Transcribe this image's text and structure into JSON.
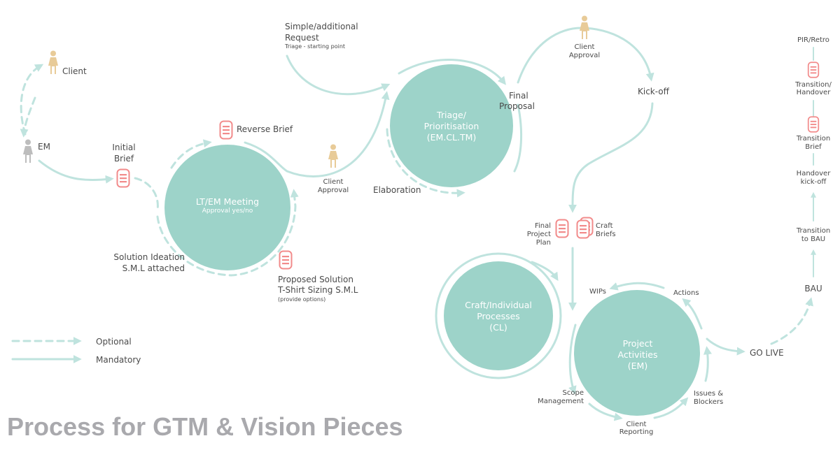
{
  "title": "Process for GTM & Vision Pieces",
  "colors": {
    "circle": "#9dd3c9",
    "line": "#bfe3de",
    "document": "#f28b8b",
    "client": "#e8cb98",
    "em": "#bdbdbd",
    "title": "#a9a9ad"
  },
  "actors": {
    "client": "Client",
    "em": "EM"
  },
  "labels": {
    "initial_brief": [
      "Initial",
      "Brief"
    ],
    "reverse_brief": "Reverse Brief",
    "solution_ideation": [
      "Solution Ideation",
      "S.M.L attached"
    ],
    "proposed_solution": [
      "Proposed Solution",
      "T-Shirt Sizing S.M.L",
      "(provide options)"
    ],
    "client_approval_1": [
      "Client",
      "Approval"
    ],
    "simple_request": [
      "Simple/additional",
      "Request",
      "Triage - starting point"
    ],
    "elaboration": "Elaboration",
    "final_proposal": [
      "Final",
      "Proposal"
    ],
    "client_approval_2": [
      "Client",
      "Approval"
    ],
    "kick_off": "Kick-off",
    "final_project_plan": [
      "Final",
      "Project",
      "Plan"
    ],
    "craft_briefs": [
      "Craft",
      "Briefs"
    ],
    "wips": "WIPs",
    "actions": "Actions",
    "scope_management": [
      "Scope",
      "Management"
    ],
    "client_reporting": [
      "Client",
      "Reporting"
    ],
    "issues_blockers": [
      "Issues &",
      "Blockers"
    ],
    "go_live": "GO LIVE",
    "bau": "BAU",
    "transition_bau": [
      "Transition",
      "to BAU"
    ],
    "handover_kickoff": [
      "Handover",
      "kick-off"
    ],
    "transition_brief": [
      "Transition",
      "Brief"
    ],
    "transition_handover": [
      "Transition/",
      "Handover"
    ],
    "pir_retro": "PIR/Retro"
  },
  "circles": {
    "lt_meeting": {
      "title": "LT/EM Meeting",
      "subtitle": "Approval yes/no"
    },
    "triage": [
      "Triage/",
      "Prioritisation",
      "(EM.CL.TM)"
    ],
    "craft": [
      "Craft/Individual",
      "Processes",
      "(CL)"
    ],
    "project": [
      "Project",
      "Activities",
      "(EM)"
    ]
  },
  "legend": {
    "optional": "Optional",
    "mandatory": "Mandatory"
  }
}
